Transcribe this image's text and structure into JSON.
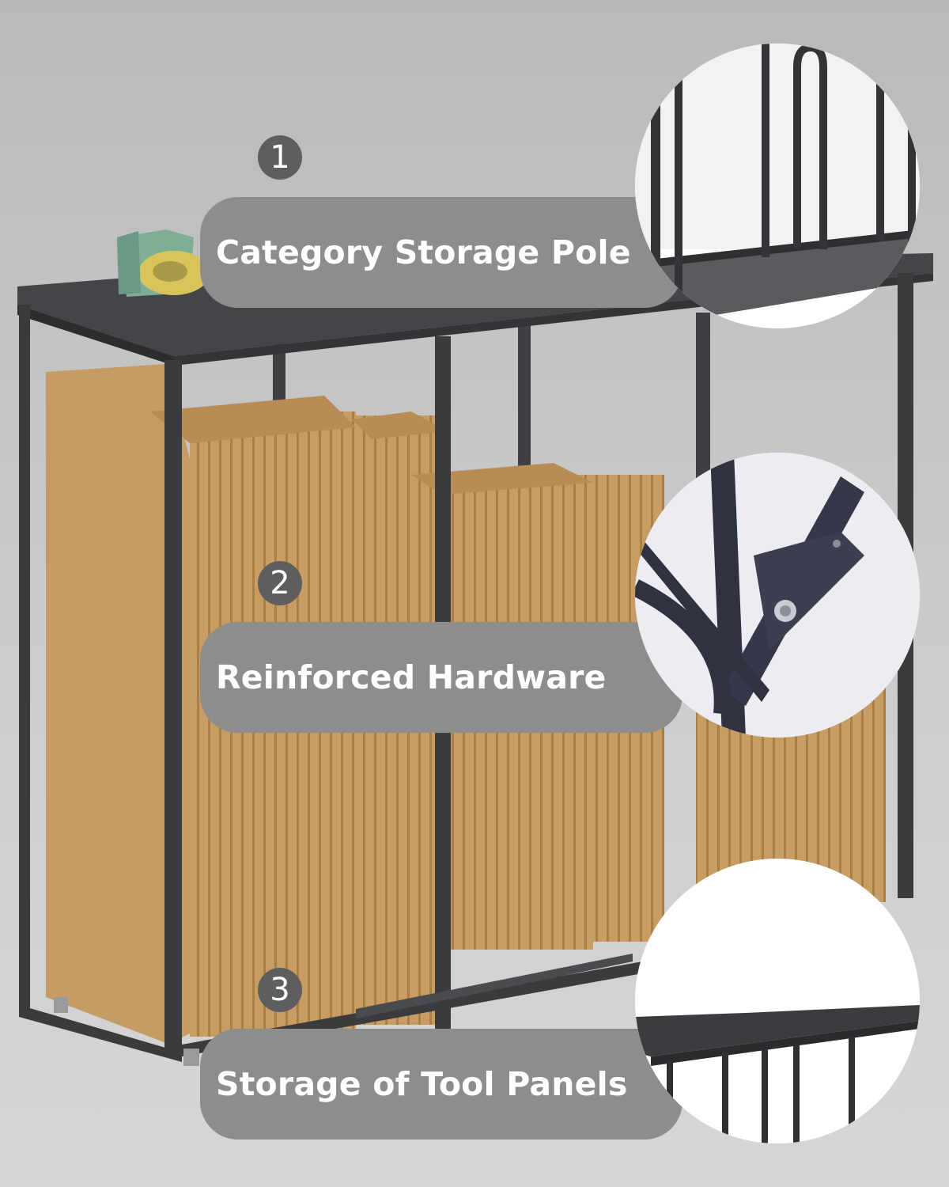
{
  "features": [
    {
      "number": "1",
      "label": "Category Storage Pole",
      "detail_image": "storage-pole-closeup"
    },
    {
      "number": "2",
      "label": "Reinforced Hardware",
      "detail_image": "bolted-bracket-closeup"
    },
    {
      "number": "3",
      "label": "Storage of Tool Panels",
      "detail_image": "top-panel-closeup"
    }
  ],
  "colors": {
    "frame": "#3a3b3d",
    "cardboard": "#c49a62",
    "pill": "#8d8d8d",
    "badge": "#5e5e5e",
    "text": "#ffffff"
  }
}
